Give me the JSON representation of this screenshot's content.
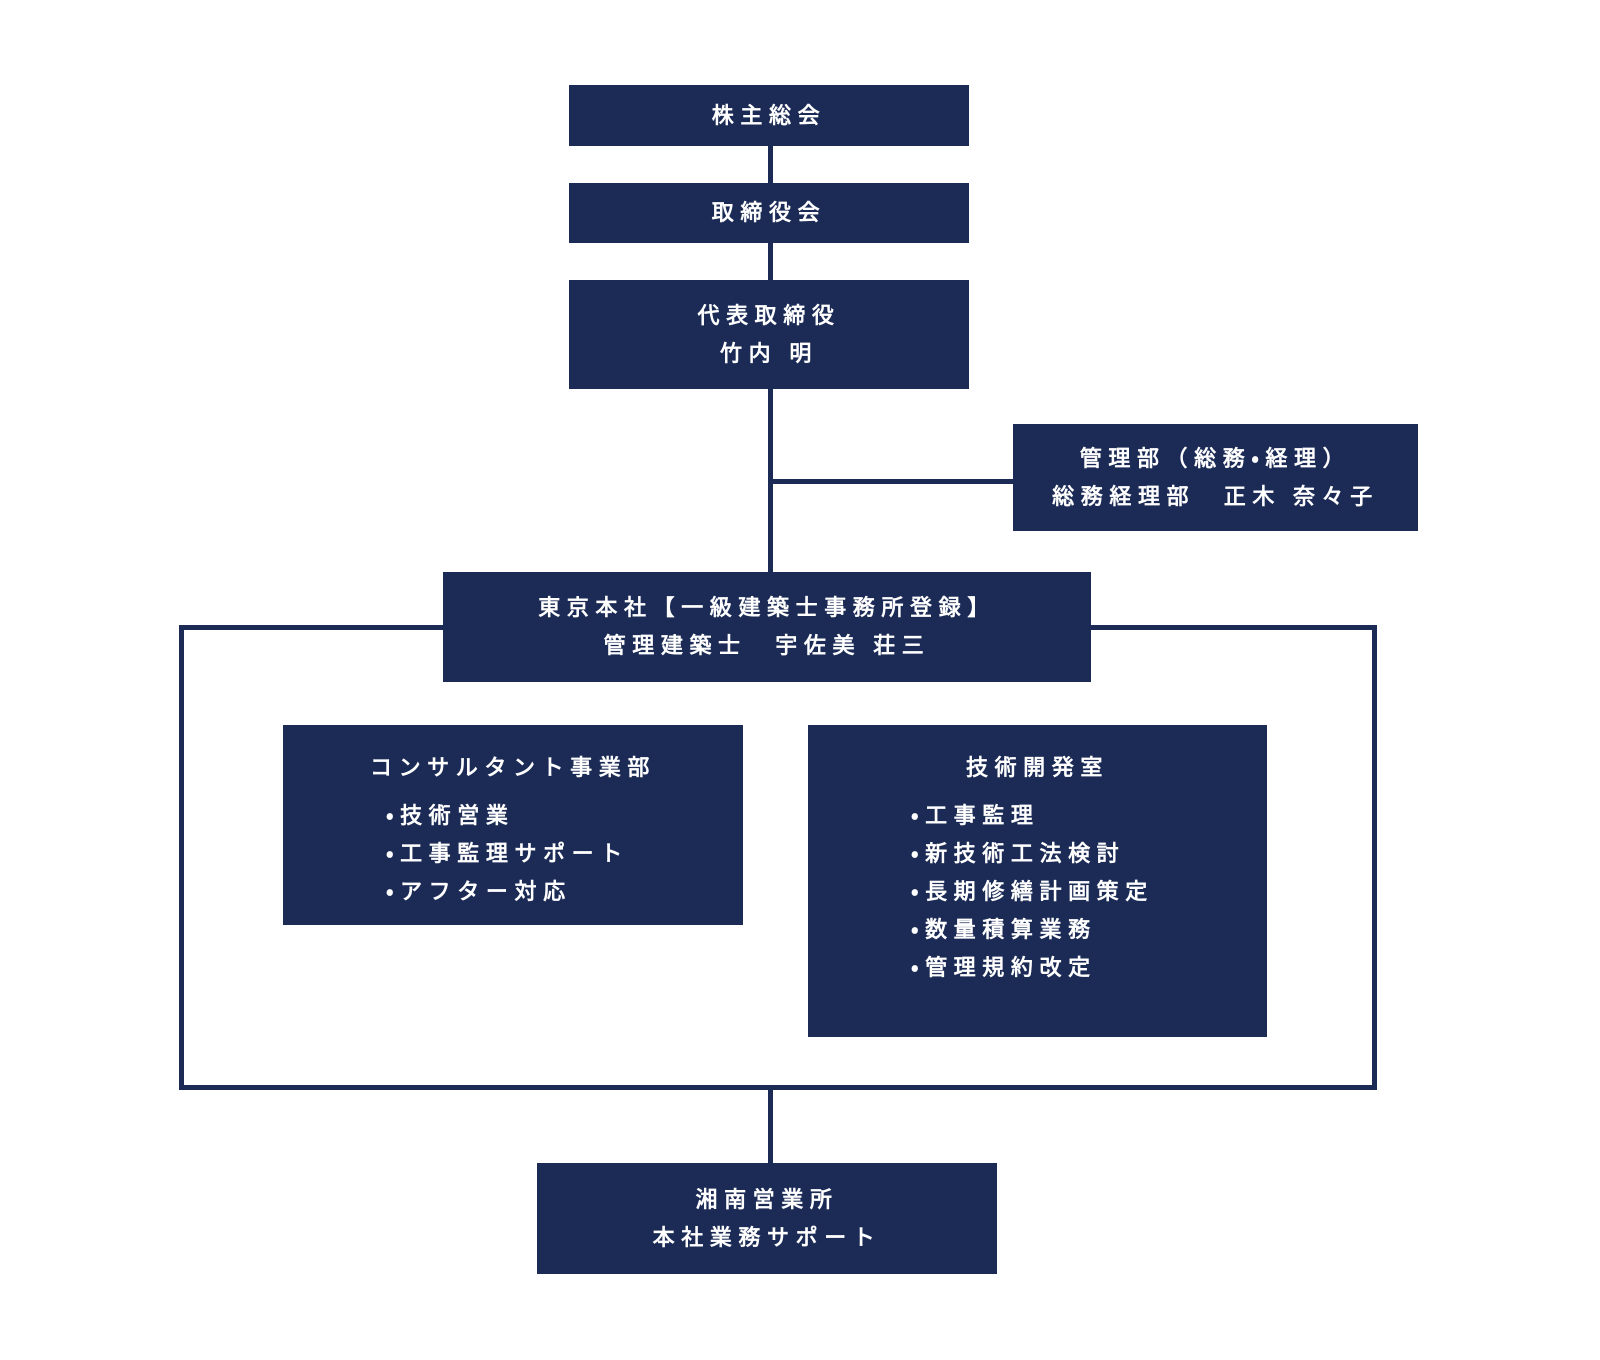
{
  "colors": {
    "box_fill": "#1b2b55",
    "box_text": "#ffffff",
    "connector": "#1b2b55",
    "background": "#ffffff"
  },
  "org_chart": {
    "nodes": {
      "shareholders": {
        "lines": [
          "株主総会"
        ]
      },
      "board": {
        "lines": [
          "取締役会"
        ]
      },
      "president": {
        "lines": [
          "代表取締役",
          "竹内 明"
        ]
      },
      "admin": {
        "lines": [
          "管理部（総務・経理）",
          "総務経理部　正木 奈々子"
        ]
      },
      "tokyo_hq": {
        "lines": [
          "東京本社【一級建築士事務所登録】",
          "管理建築士　宇佐美 荘三"
        ]
      },
      "consultant": {
        "title": "コンサルタント事業部",
        "items": [
          "・技術営業",
          "・工事監理サポート",
          "・アフター対応"
        ]
      },
      "tech_dev": {
        "title": "技術開発室",
        "items": [
          "・工事監理",
          "・新技術工法検討",
          "・長期修繕計画策定",
          "・数量積算業務",
          "・管理規約改定"
        ]
      },
      "shonan": {
        "lines": [
          "湘南営業所",
          "本社業務サポート"
        ]
      }
    }
  }
}
